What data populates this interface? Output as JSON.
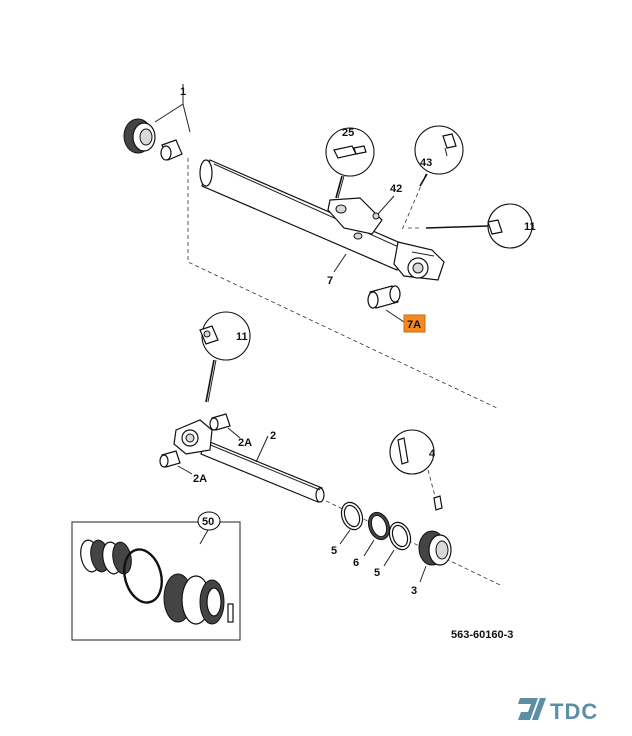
{
  "diagram": {
    "reference_code": "563-60160-3",
    "brand": "TDC",
    "highlight_color": "#f28a1e",
    "brand_color": "#5d8fa4",
    "callouts": {
      "c1": "1",
      "c25": "25",
      "c43": "43",
      "c42": "42",
      "c11a": "11",
      "c7": "7",
      "c7a": "7A",
      "c11b": "11",
      "c2a1": "2A",
      "c2": "2",
      "c2a2": "2A",
      "c4": "4",
      "c50": "50",
      "c5a": "5",
      "c6": "6",
      "c5b": "5",
      "c3": "3"
    }
  }
}
